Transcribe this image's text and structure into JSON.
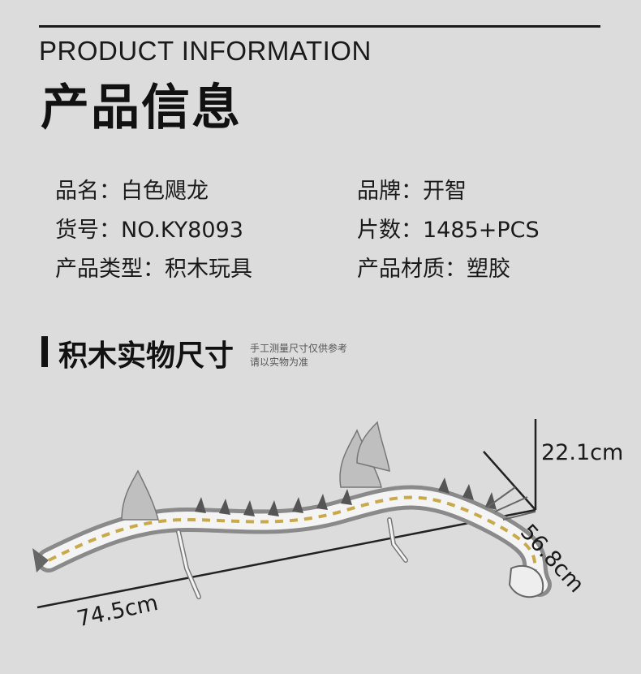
{
  "header": {
    "subtitle_en": "PRODUCT INFORMATION",
    "title_cn": "产品信息"
  },
  "info": {
    "name": "品名：白色飓龙",
    "brand": "品牌：开智",
    "item_no": "货号：NO.KY8093",
    "pieces": "片数：1485+PCS",
    "type": "产品类型：积木玩具",
    "material": "产品材质：塑胶"
  },
  "dimensions_section": {
    "title": "积木实物尺寸",
    "note_line1": "手工测量尺寸仅供参考",
    "note_line2": "请以实物为准",
    "height": "22.1cm",
    "depth": "56.8cm",
    "length": "74.5cm"
  }
}
